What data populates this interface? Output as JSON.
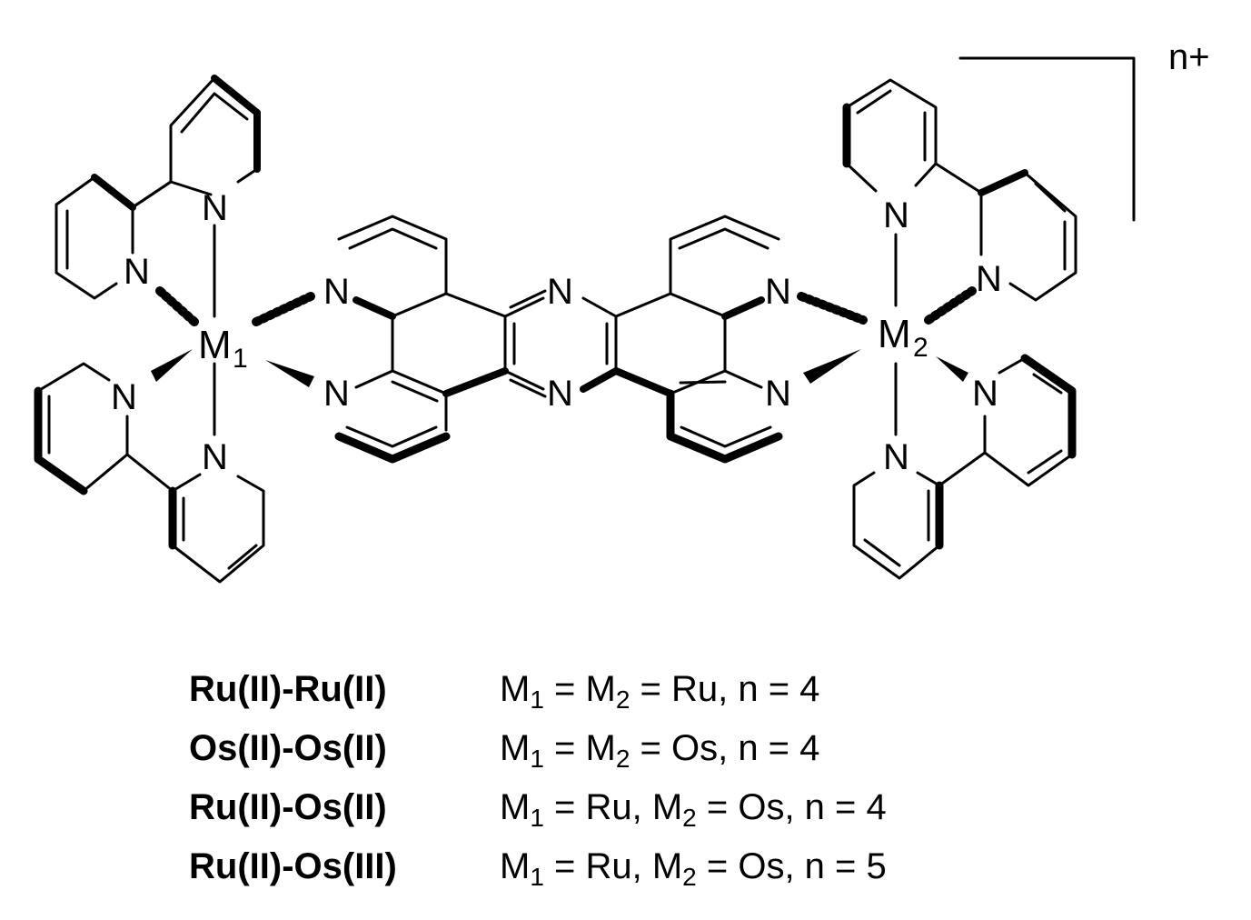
{
  "structure": {
    "charge_label": "n+",
    "atom_label": "N",
    "metal_symbol": "M",
    "metal1_subscript": "1",
    "metal2_subscript": "2"
  },
  "legend": [
    {
      "name": "Ru(II)-Ru(II)",
      "m1": "M",
      "s1": "1",
      "p1": " = M",
      "s2": "2",
      "p2": " = Ru, n = 4"
    },
    {
      "name": "Os(II)-Os(II)",
      "m1": "M",
      "s1": "1",
      "p1": " = M",
      "s2": "2",
      "p2": " = Os, n = 4"
    },
    {
      "name": "Ru(II)-Os(II)",
      "m1": "M",
      "s1": "1",
      "p1": " = Ru, M",
      "s2": "2",
      "p2": " = Os, n = 4"
    },
    {
      "name": "Ru(II)-Os(III)",
      "m1": "M",
      "s1": "1",
      "p1": " = Ru, M",
      "s2": "2",
      "p2": " = Os, n = 5"
    }
  ]
}
